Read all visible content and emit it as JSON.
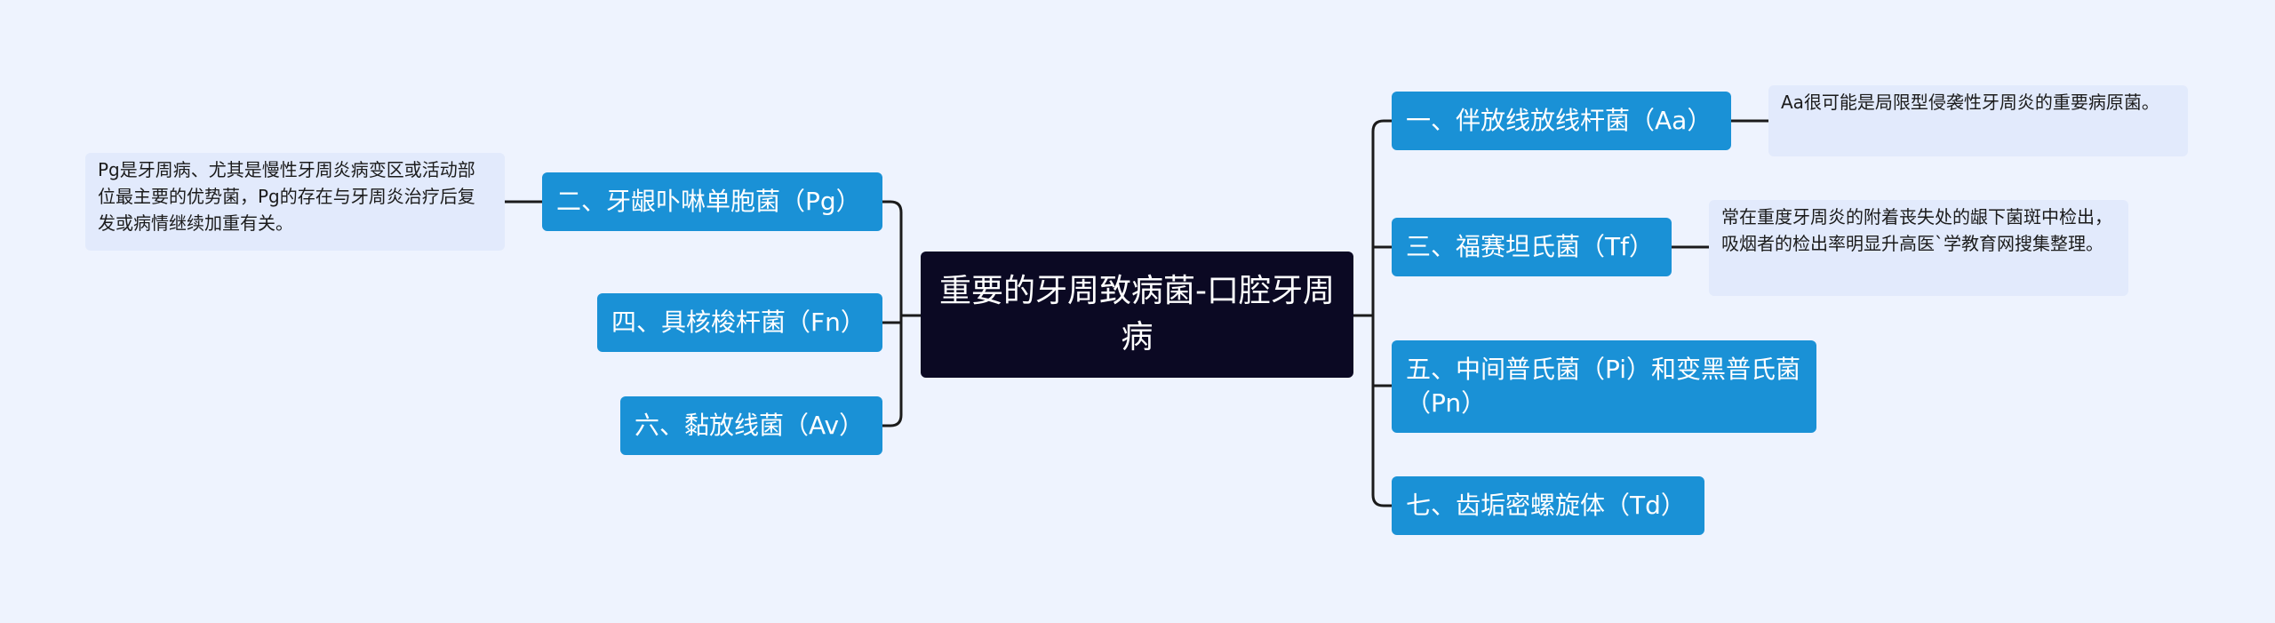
{
  "center": {
    "title": "重要的牙周致病菌-口腔牙周病"
  },
  "branches": [
    {
      "label": "一、伴放线放线杆菌（Aa）",
      "note": "Aa很可能是局限型侵袭性牙周炎的重要病原菌。"
    },
    {
      "label": "二、牙龈卟啉单胞菌（Pg）",
      "note": "Pg是牙周病、尤其是慢性牙周炎病变区或活动部位最主要的优势菌，Pg的存在与牙周炎治疗后复发或病情继续加重有关。"
    },
    {
      "label": "三、福赛坦氏菌（Tf）",
      "note": "常在重度牙周炎的附着丧失处的龈下菌斑中检出，吸烟者的检出率明显升高医`学教育网搜集整理。"
    },
    {
      "label": "四、具核梭杆菌（Fn）"
    },
    {
      "label": "五、中间普氏菌（Pi）和变黑普氏菌（Pn）"
    },
    {
      "label": "六、黏放线菌（Av）"
    },
    {
      "label": "七、齿垢密螺旋体（Td）"
    }
  ],
  "colors": {
    "background": "#eef3fe",
    "center_fill": "#0b0923",
    "branch_fill": "#1a91d6",
    "note_fill": "#e2eafc",
    "connector": "#1b1b1b"
  }
}
